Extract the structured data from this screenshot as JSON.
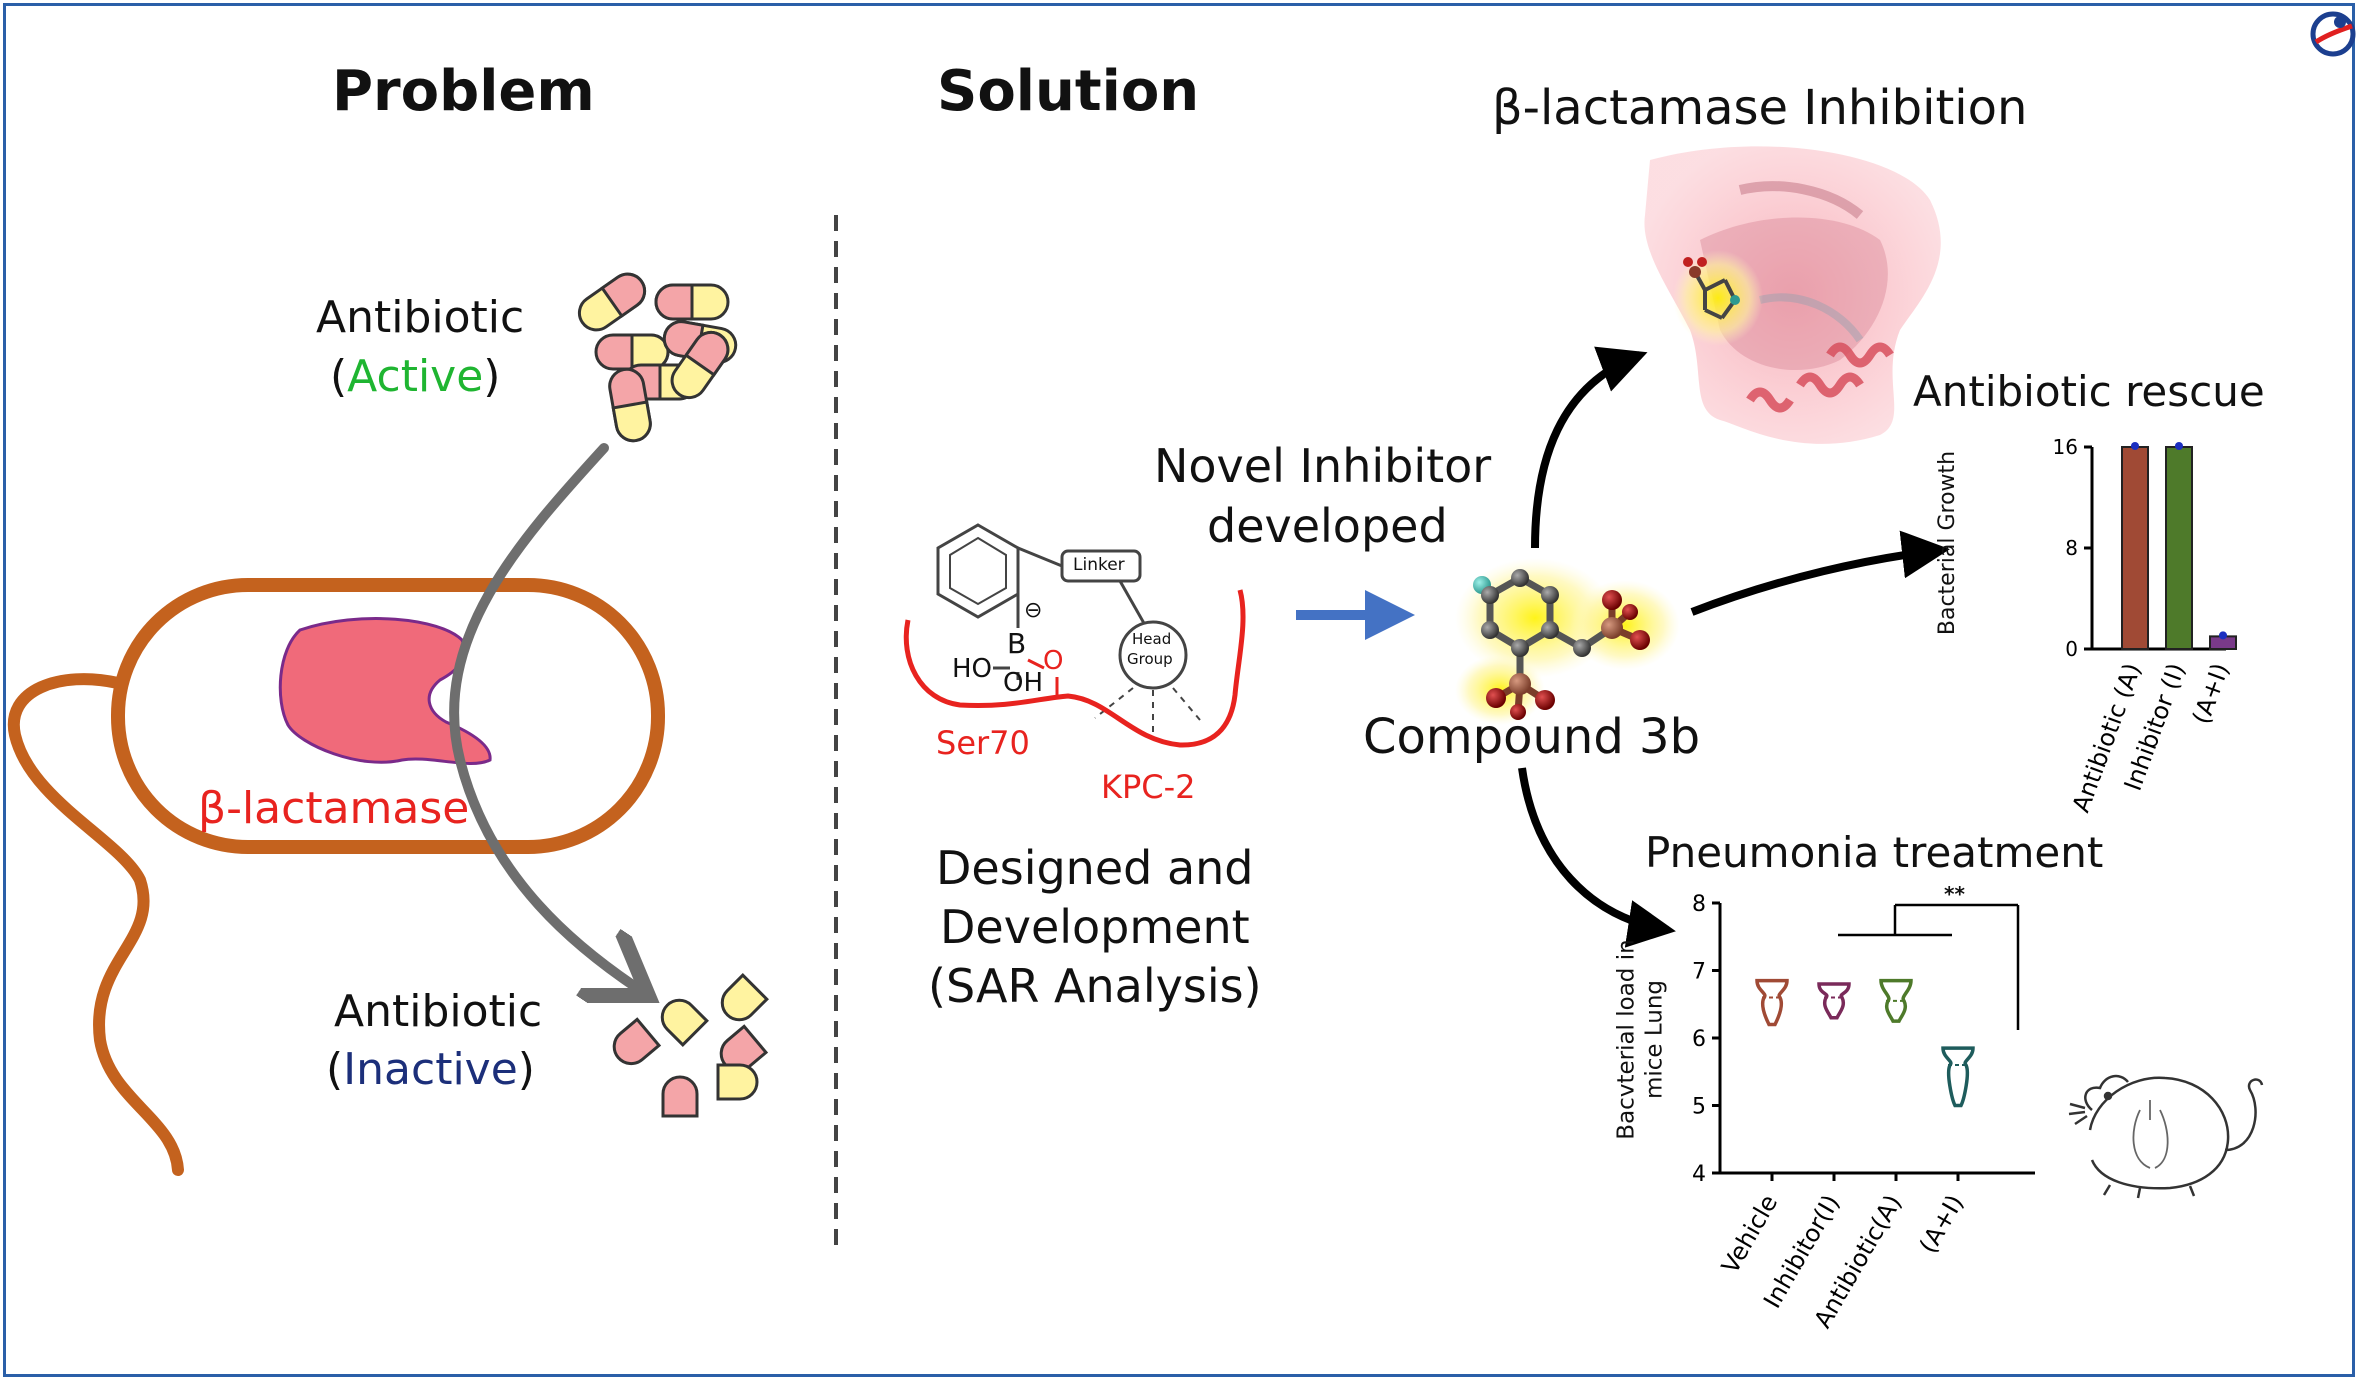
{
  "headings": {
    "problem": "Problem",
    "solution": "Solution"
  },
  "problem_panel": {
    "antibiotic_active": {
      "word": "Antibiotic",
      "open": "(",
      "state": "Active",
      "close": ")"
    },
    "antibiotic_inactive": {
      "word": "Antibiotic",
      "open": "(",
      "state": "Inactive",
      "close": ")"
    },
    "enzyme_label": "β-lactamase"
  },
  "solution_panel": {
    "novel_inhibitor": [
      "Novel Inhibitor",
      "developed"
    ],
    "scheme": {
      "linker": "Linker",
      "head_group": [
        "Head",
        "Group"
      ],
      "boron": "B",
      "charge": "⊖",
      "ho": "HO",
      "oh": "OH",
      "oxygen": "O",
      "ser70": "Ser70",
      "kpc2": "KPC-2"
    },
    "design_caption": [
      "Designed and",
      "Development",
      "(SAR Analysis)"
    ],
    "compound": "Compound 3b",
    "inhibition_title": "β-lactamase Inhibition"
  },
  "colors": {
    "frame": "#2a5fa8",
    "bacterium": "#c4621e",
    "enzyme": "#f06a7a",
    "arrow_blue": "#4472c4",
    "arrow_grey": "#6e6e6e",
    "pill_pink": "#f4a5a8",
    "pill_yellow": "#fff3a0"
  },
  "rescue_chart": {
    "title": "Antibiotic rescue",
    "chart_data": {
      "type": "bar",
      "ylabel": "Bacterial Growth",
      "categories": [
        "Antibiotic (A)",
        "Inhibitor (I)",
        "(A+I)"
      ],
      "values": [
        16,
        16,
        1
      ],
      "yticks": [
        "0",
        "8",
        "16"
      ],
      "ylim": [
        0,
        16
      ],
      "colors": [
        "#a04a35",
        "#4e7a2a",
        "#7a3a8a"
      ]
    }
  },
  "pneumonia_chart": {
    "title": "Pneumonia treatment",
    "significance": "**",
    "chart_data": {
      "type": "violin",
      "ylabel": [
        "Bacvterial load in",
        "mice Lung"
      ],
      "categories": [
        "Vehicle",
        "Inhibitor(I)",
        "Antibiotic(A)",
        "(A+I)"
      ],
      "values": [
        {
          "min": 6.2,
          "median": 6.6,
          "max": 6.85
        },
        {
          "min": 6.3,
          "median": 6.6,
          "max": 6.8
        },
        {
          "min": 6.25,
          "median": 6.55,
          "max": 6.85
        },
        {
          "min": 5.0,
          "median": 5.6,
          "max": 5.85
        }
      ],
      "yticks": [
        "4",
        "5",
        "6",
        "7",
        "8"
      ],
      "ylim": [
        4,
        8
      ],
      "colors": [
        "#a04a35",
        "#7a2a5a",
        "#4e7a2a",
        "#1e5c5c"
      ]
    }
  }
}
